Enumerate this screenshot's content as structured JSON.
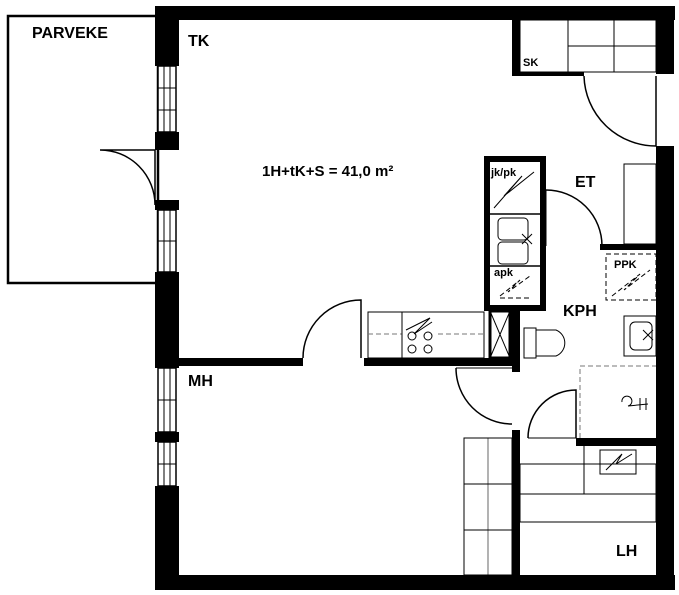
{
  "rooms": {
    "parveke": "PARVEKE",
    "tk": "TK",
    "et": "ET",
    "kph": "KPH",
    "mh": "MH",
    "lh": "LH",
    "sk": "SK",
    "jkpk": "jk/pk",
    "apk": "apk",
    "ppk": "PPK"
  },
  "summary": {
    "area_text": "1H+tK+S = 41,0 m²"
  }
}
